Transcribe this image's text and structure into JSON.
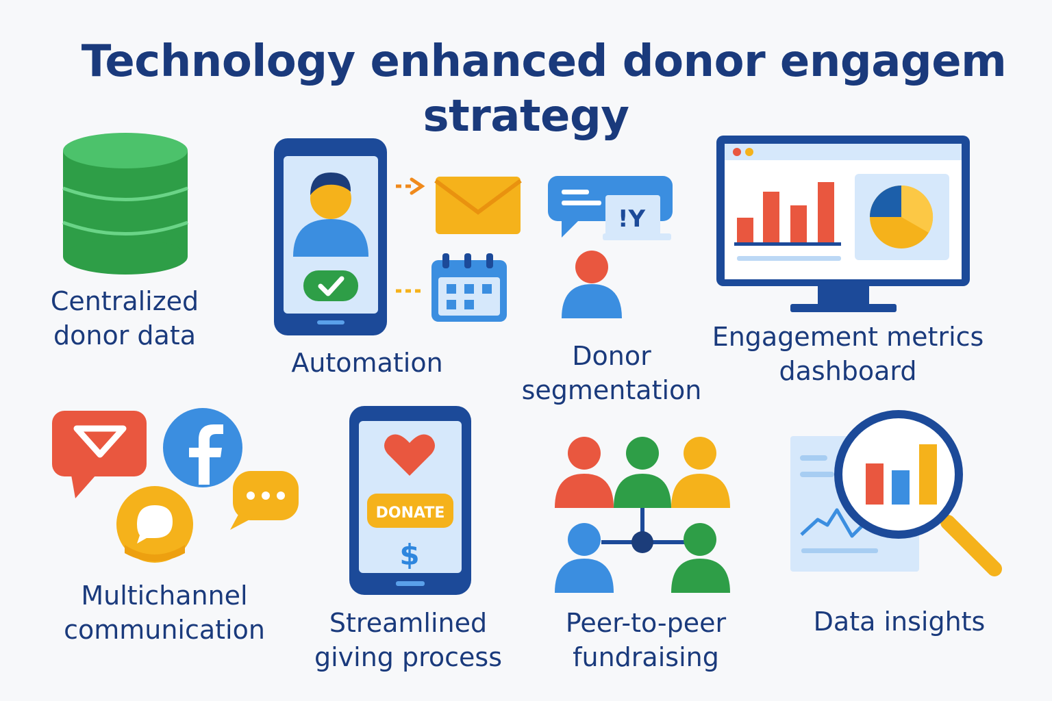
{
  "title": {
    "line1": "Technology enhanced donor engagem",
    "line2": "strategy"
  },
  "items": [
    {
      "id": "centralized",
      "label_lines": [
        "Centralized",
        "donor data"
      ],
      "icon": "database-icon"
    },
    {
      "id": "automation",
      "label_lines": [
        "Automation"
      ],
      "icon": "phone-automation-icon"
    },
    {
      "id": "segmentation",
      "label_lines": [
        "Donor",
        "segmentation"
      ],
      "icon": "chat-person-icon"
    },
    {
      "id": "dashboard",
      "label_lines": [
        "Engagement metrics",
        "dashboard"
      ],
      "icon": "monitor-chart-icon"
    },
    {
      "id": "multichannel",
      "label_lines": [
        "Multichannel",
        "communication"
      ],
      "icon": "social-bubbles-icon"
    },
    {
      "id": "giving",
      "label_lines": [
        "Streamlined",
        "giving process"
      ],
      "icon": "phone-donate-icon",
      "button_text": "DONATE",
      "currency_symbol": "$"
    },
    {
      "id": "p2p",
      "label_lines": [
        "Peer-to-peer",
        "fundraising"
      ],
      "icon": "people-network-icon"
    },
    {
      "id": "insights",
      "label_lines": [
        "Data insights"
      ],
      "icon": "magnifier-chart-icon"
    }
  ],
  "palette": {
    "navy": "#1a3a7c",
    "blue": "#2e86de",
    "green": "#34a853",
    "orange": "#f5b21b",
    "red": "#e9573f",
    "light_blue": "#d6e8fb"
  }
}
